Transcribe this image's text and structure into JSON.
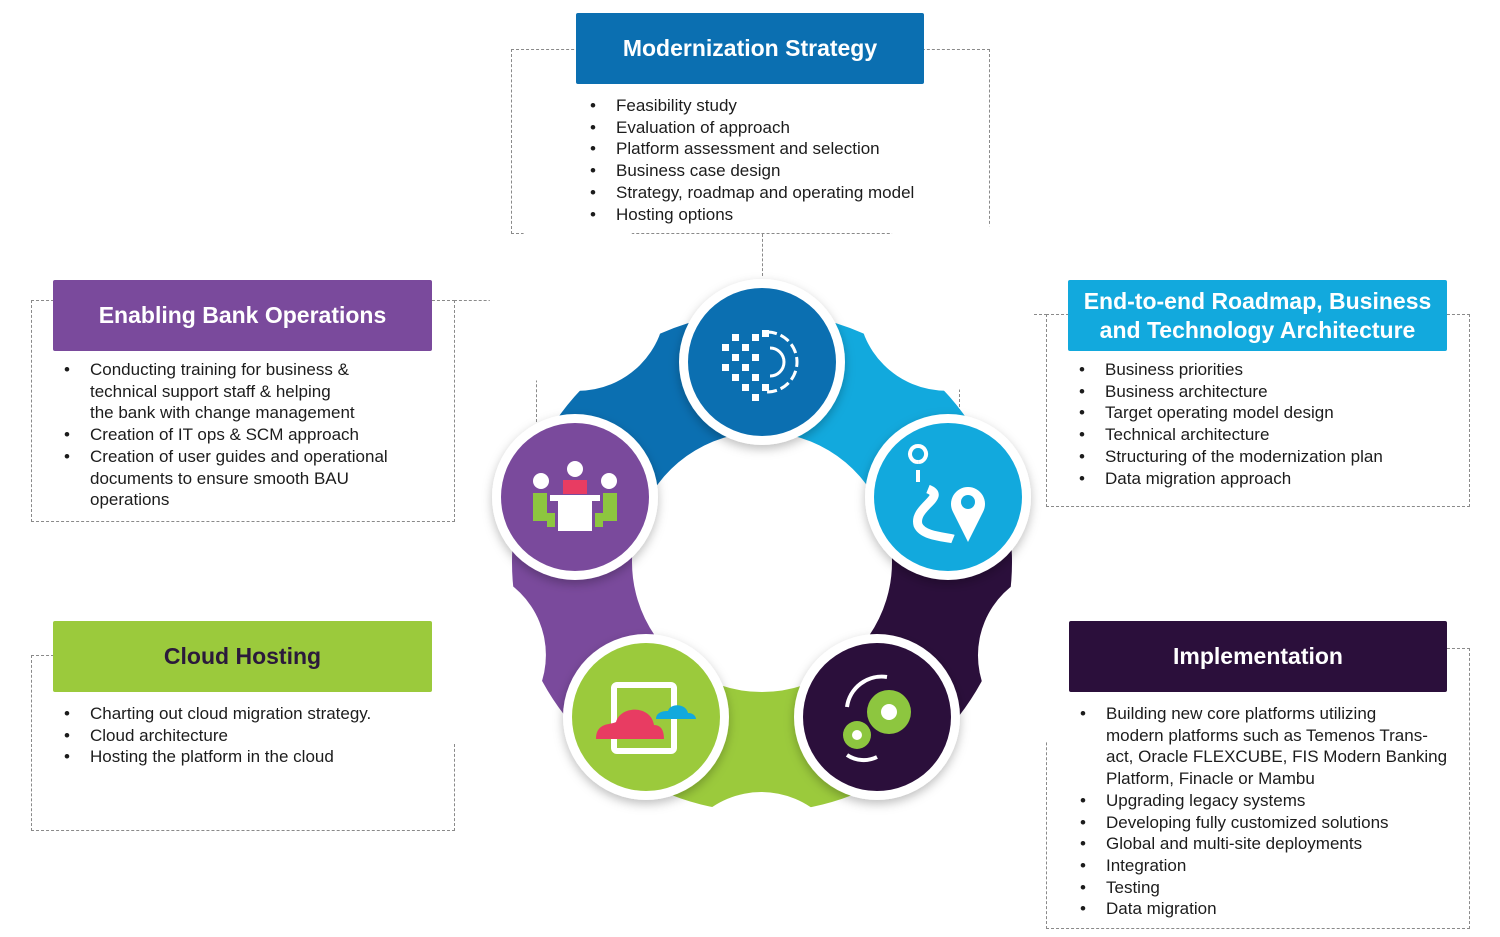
{
  "colors": {
    "strategy": "#0b6fb1",
    "roadmap": "#12a9dd",
    "implementation": "#2b0f3b",
    "cloud": "#9bca3c",
    "operations": "#7a4a9c",
    "cloud_title_text": "#2b1a3b"
  },
  "sections": {
    "strategy": {
      "title": "Modernization Strategy",
      "icon": "digital-gear-icon",
      "items": [
        "Feasibility study",
        "Evaluation of approach",
        "Platform assessment and selection",
        "Business case design",
        "Strategy, roadmap and operating model",
        "Hosting options"
      ]
    },
    "roadmap": {
      "title": "End-to-end Roadmap, Business\nand Technology Architecture",
      "icon": "route-map-pin-icon",
      "items": [
        "Business priorities",
        "Business architecture",
        "Target operating model design",
        "Technical architecture",
        "Structuring of the modernization plan",
        "Data migration approach"
      ]
    },
    "implementation": {
      "title": "Implementation",
      "icon": "gears-cycle-icon",
      "items": [
        "Building new core platforms utilizing\nmodern platforms such as Temenos Trans-\nact, Oracle FLEXCUBE, FIS Modern Banking\nPlatform, Finacle or Mambu",
        "Upgrading legacy systems",
        "Developing fully customized solutions",
        "Global and multi-site deployments",
        "Integration",
        "Testing",
        "Data migration"
      ]
    },
    "cloud": {
      "title": "Cloud Hosting",
      "icon": "cloud-window-icon",
      "items": [
        "Charting out cloud migration strategy.",
        "Cloud architecture",
        "Hosting the platform in the cloud"
      ]
    },
    "operations": {
      "title": "Enabling Bank Operations",
      "icon": "meeting-training-icon",
      "items": [
        "Conducting training for business &\ntechnical support staff & helping\nthe bank with change management",
        "Creation of IT ops & SCM approach",
        "Creation of user guides and operational\ndocuments to ensure smooth BAU\noperations"
      ]
    }
  }
}
